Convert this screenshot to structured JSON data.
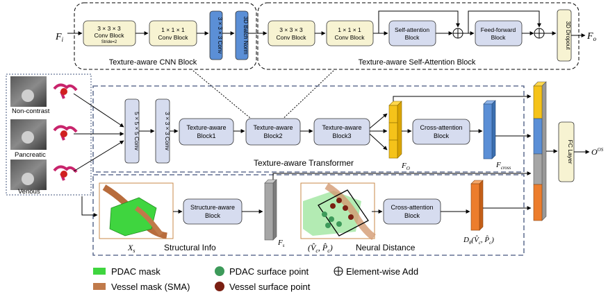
{
  "inputs": {
    "fi": "F",
    "fi_sub": "i",
    "fo": "F",
    "fo_sub": "o"
  },
  "cnn_block": {
    "title": "Texture-aware CNN Block",
    "conv1_a": "3 × 3 × 3",
    "conv1_b": "Conv Block",
    "conv1_c": "Stride=2",
    "conv2_a": "1 × 1 × 1",
    "conv2_b": "Conv Block",
    "conv3": "3 × 3 × 3  Conv",
    "norm": "3D Batch Norm"
  },
  "sa_block": {
    "title": "Texture-aware Self-Attention Block",
    "conv1_a": "3 × 3 × 3",
    "conv1_b": "Conv Block",
    "conv2_a": "1 × 1 × 1",
    "conv2_b": "Conv Block",
    "selfattn_a": "Self-attention",
    "selfattn_b": "Block",
    "ff_a": "Feed-forward",
    "ff_b": "Block",
    "dropout": "3D Dropout"
  },
  "phases": [
    "Non-contrast",
    "Pancreatic",
    "Venous"
  ],
  "transformer": {
    "title": "Texture-aware Transformer",
    "conv5": "5 × 5 × 5  Conv",
    "conv3": "3 × 3 × 3  Conv",
    "block1_a": "Texture-aware",
    "block1_b": "Block1",
    "block2_a": "Texture-aware",
    "block2_b": "Block2",
    "block3_a": "Texture-aware",
    "block3_b": "Block3",
    "cross_a": "Cross-attention",
    "cross_b": "Block",
    "fo_label": "F",
    "fo_sub": "O",
    "fcross_label": "F",
    "fcross_sub": "cross"
  },
  "bottom": {
    "struct_a": "Structure-aware",
    "struct_b": "Block",
    "xs": "X",
    "xs_sub": "s",
    "structural_info": "Structural Info",
    "fs": "F",
    "fs_sub": "s",
    "vcpc": "(V̂",
    "neural_distance": "Neural Distance",
    "cross_a": "Cross-attention",
    "cross_b": "Block",
    "dtheta": "D"
  },
  "fc_layer": "FC Layer",
  "output": {
    "o": "O",
    "o_sup": "OS"
  },
  "legend": {
    "pdac_mask": "PDAC mask",
    "vessel_mask": "Vessel mask (SMA)",
    "pdac_point": "PDAC surface point",
    "vessel_point": "Vessel surface point",
    "add": "Element-wise Add"
  },
  "colors": {
    "cream": "#f7f3d2",
    "blue_block": "#d6dcef",
    "blue_bar": "#5b8fd6",
    "yellow_bar": "#f5c31a",
    "orange_bar": "#ec7d2d",
    "gray_bar": "#a6a6a6",
    "pdac_green": "#3fd53f",
    "vessel_brown": "#c07a4a",
    "vessel_point": "#7a1f12",
    "pdac_point": "#3d9a5a",
    "dash": "#43557d"
  }
}
